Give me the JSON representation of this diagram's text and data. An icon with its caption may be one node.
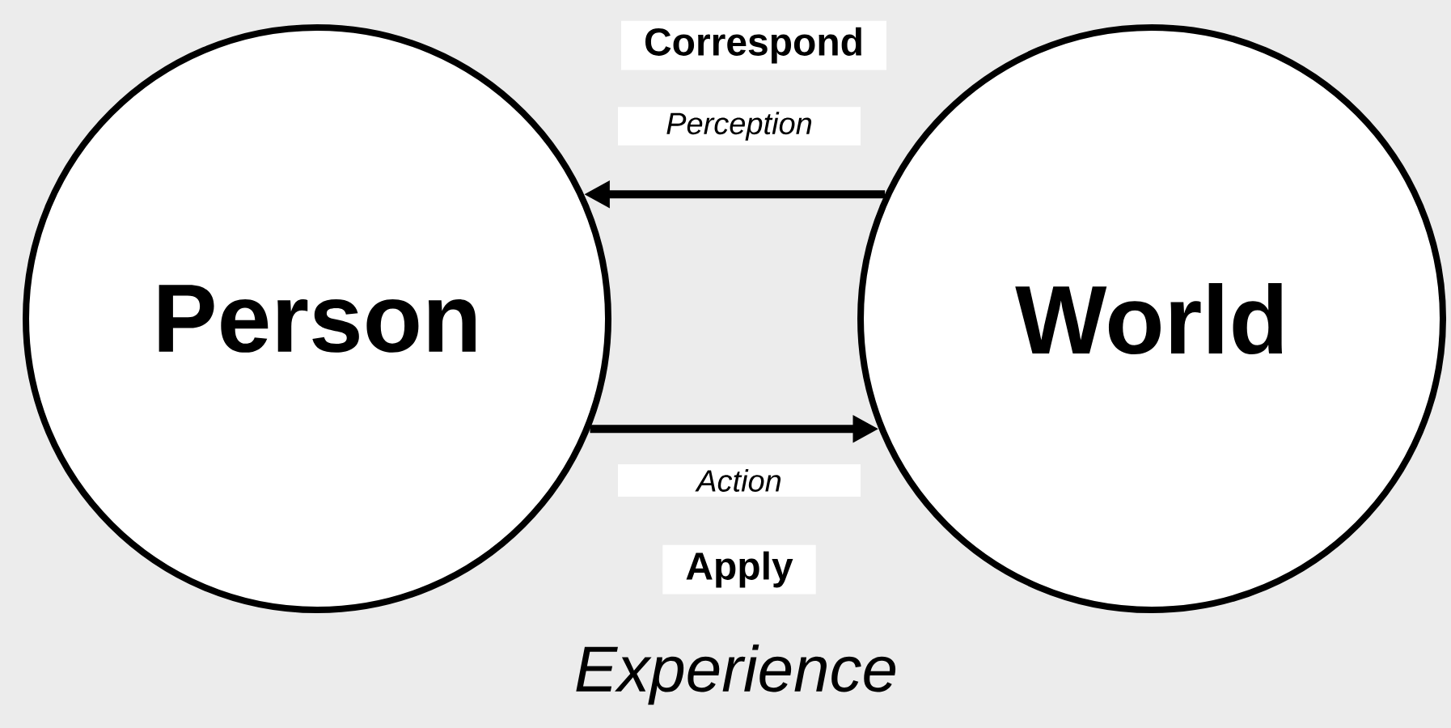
{
  "diagram": {
    "caption": "Experience",
    "nodes": [
      {
        "text": [
          "Person"
        ]
      },
      {
        "text": [
          "World"
        ]
      }
    ],
    "edges": [
      {
        "from": 1,
        "to": 0,
        "arrow": "to",
        "label": "Perception"
      },
      {
        "from": 0,
        "to": 1,
        "arrow": "to",
        "label": "Action"
      }
    ],
    "labels": [
      "Correspond",
      "Apply"
    ]
  }
}
